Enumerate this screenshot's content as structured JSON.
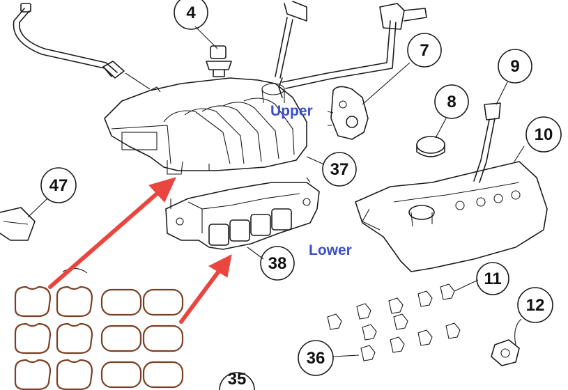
{
  "callouts": [
    {
      "id": "c4",
      "label": "4"
    },
    {
      "id": "c7",
      "label": "7"
    },
    {
      "id": "c8",
      "label": "8"
    },
    {
      "id": "c9",
      "label": "9"
    },
    {
      "id": "c10",
      "label": "10"
    },
    {
      "id": "c11",
      "label": "11"
    },
    {
      "id": "c12",
      "label": "12"
    },
    {
      "id": "c36",
      "label": "36"
    },
    {
      "id": "c37",
      "label": "37"
    },
    {
      "id": "c38",
      "label": "38"
    },
    {
      "id": "c47",
      "label": "47"
    },
    {
      "id": "c35",
      "label": "35"
    }
  ],
  "annotations": {
    "upper": "Upper",
    "lower": "Lower"
  },
  "colors": {
    "annotation_text": "#3b4fc9",
    "arrow": "#e8463f",
    "gasket_outline": "#7a3f22",
    "linework": "#1a1a1a"
  }
}
